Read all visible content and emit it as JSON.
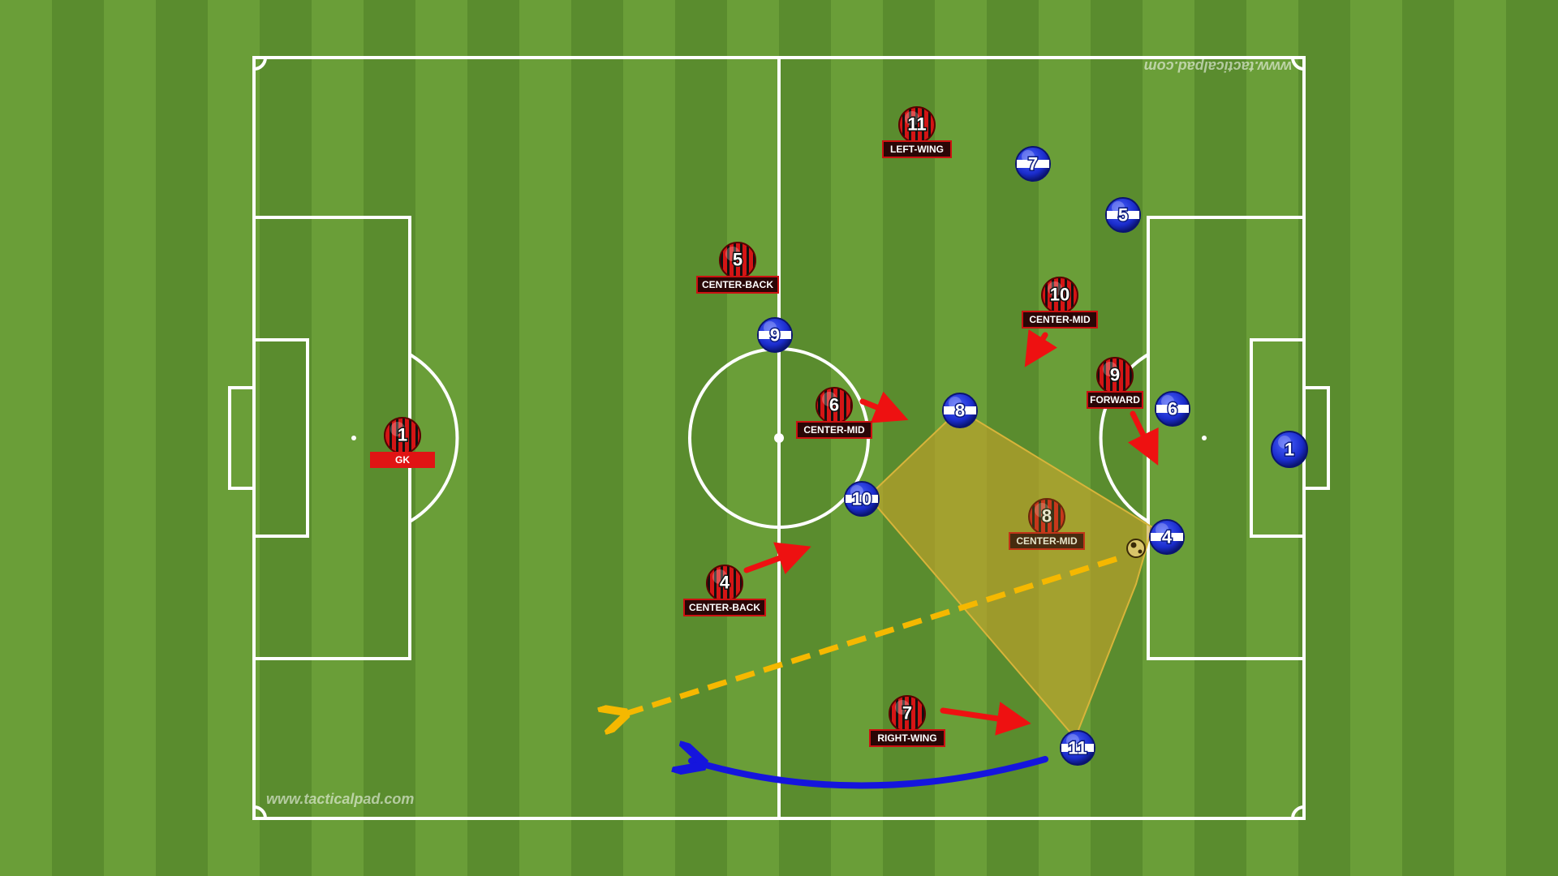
{
  "watermark_bottom": "www.tacticalpad.com",
  "watermark_top": "www.tacticalpad.com",
  "colors": {
    "grass_light": "#6a9e38",
    "grass_dark": "#5a8c2e",
    "lines": "#ffffff",
    "red_team": "#cc1111",
    "blue_team": "#1a2ccc",
    "pass_line": "#f5b800",
    "zone_fill": "#c9a32a",
    "move_arrow": "#ee1111",
    "run_arrow": "#1515dd"
  },
  "red_players": [
    {
      "number": "1",
      "label": "GK",
      "label_style": "red-box"
    },
    {
      "number": "5",
      "label": "CENTER-BACK"
    },
    {
      "number": "4",
      "label": "CENTER-BACK"
    },
    {
      "number": "6",
      "label": "CENTER-MID"
    },
    {
      "number": "10",
      "label": "CENTER-MID"
    },
    {
      "number": "8",
      "label": "CENTER-MID",
      "faded": true
    },
    {
      "number": "11",
      "label": "LEFT-WING"
    },
    {
      "number": "7",
      "label": "RIGHT-WING"
    },
    {
      "number": "9",
      "label": "FORWARD"
    }
  ],
  "blue_players": [
    {
      "number": "1",
      "style": "keeper"
    },
    {
      "number": "7"
    },
    {
      "number": "5"
    },
    {
      "number": "9"
    },
    {
      "number": "8"
    },
    {
      "number": "6"
    },
    {
      "number": "10"
    },
    {
      "number": "4"
    },
    {
      "number": "11"
    }
  ]
}
